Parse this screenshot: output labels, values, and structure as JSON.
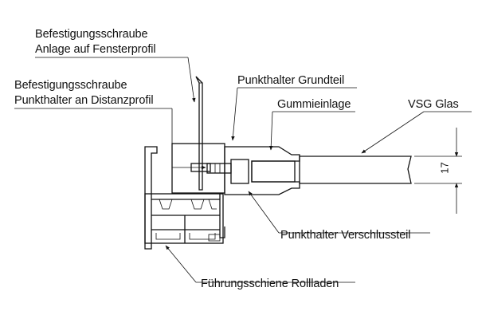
{
  "labels": {
    "screw_window_line1": "Befestigungsschraube",
    "screw_window_line2": "Anlage auf Fensterprofil",
    "screw_holder_line1": "Befestigungsschraube",
    "screw_holder_line2": "Punkthalter an Distanzprofil",
    "holder_base": "Punkthalter Grundteil",
    "rubber_insert": "Gummieinlage",
    "glass": "VSG Glas",
    "holder_closure": "Punkthalter Verschlussteil",
    "guide_rail": "Führungsschiene Rollladen",
    "thickness": "17"
  },
  "colors": {
    "line": "#111111",
    "background": "#ffffff"
  }
}
